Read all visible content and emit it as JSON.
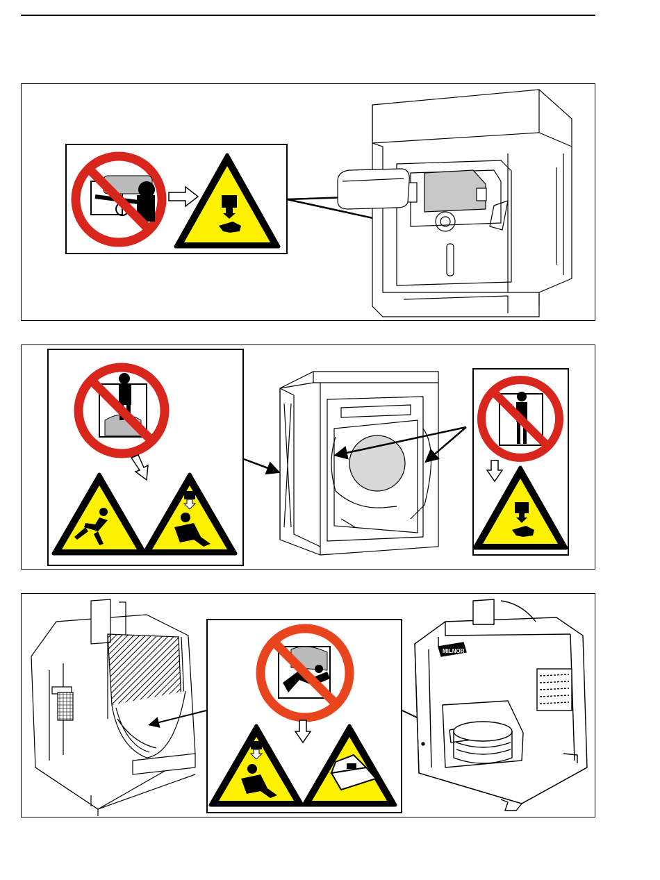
{
  "page": {
    "colors": {
      "prohibition_red": "#d9261c",
      "prohibition_red_alt": "#e8441e",
      "warning_yellow": "#fff200",
      "outline": "#000000",
      "drum_gray": "#cfcfcf"
    },
    "panels": [
      {
        "id": "panel-1",
        "signs": [
          "no-hand-in-door-icon",
          "crush-hazard-warning-icon"
        ],
        "machine": "washer-front-view"
      },
      {
        "id": "panel-2",
        "signs": [
          "no-entry-drum-icon",
          "fall-hazard-warning-icon",
          "falling-object-warning-icon",
          "no-entry-drum-icon",
          "crush-hazard-warning-icon"
        ],
        "machine": "washer-open-drum"
      },
      {
        "id": "panel-3",
        "signs": [
          "no-entry-tilting-drum-icon",
          "falling-object-warning-icon",
          "tipping-hazard-warning-icon"
        ],
        "machines": [
          "tilting-washer-left",
          "tilting-washer-right"
        ],
        "logo_text": "MILNOR"
      }
    ]
  }
}
